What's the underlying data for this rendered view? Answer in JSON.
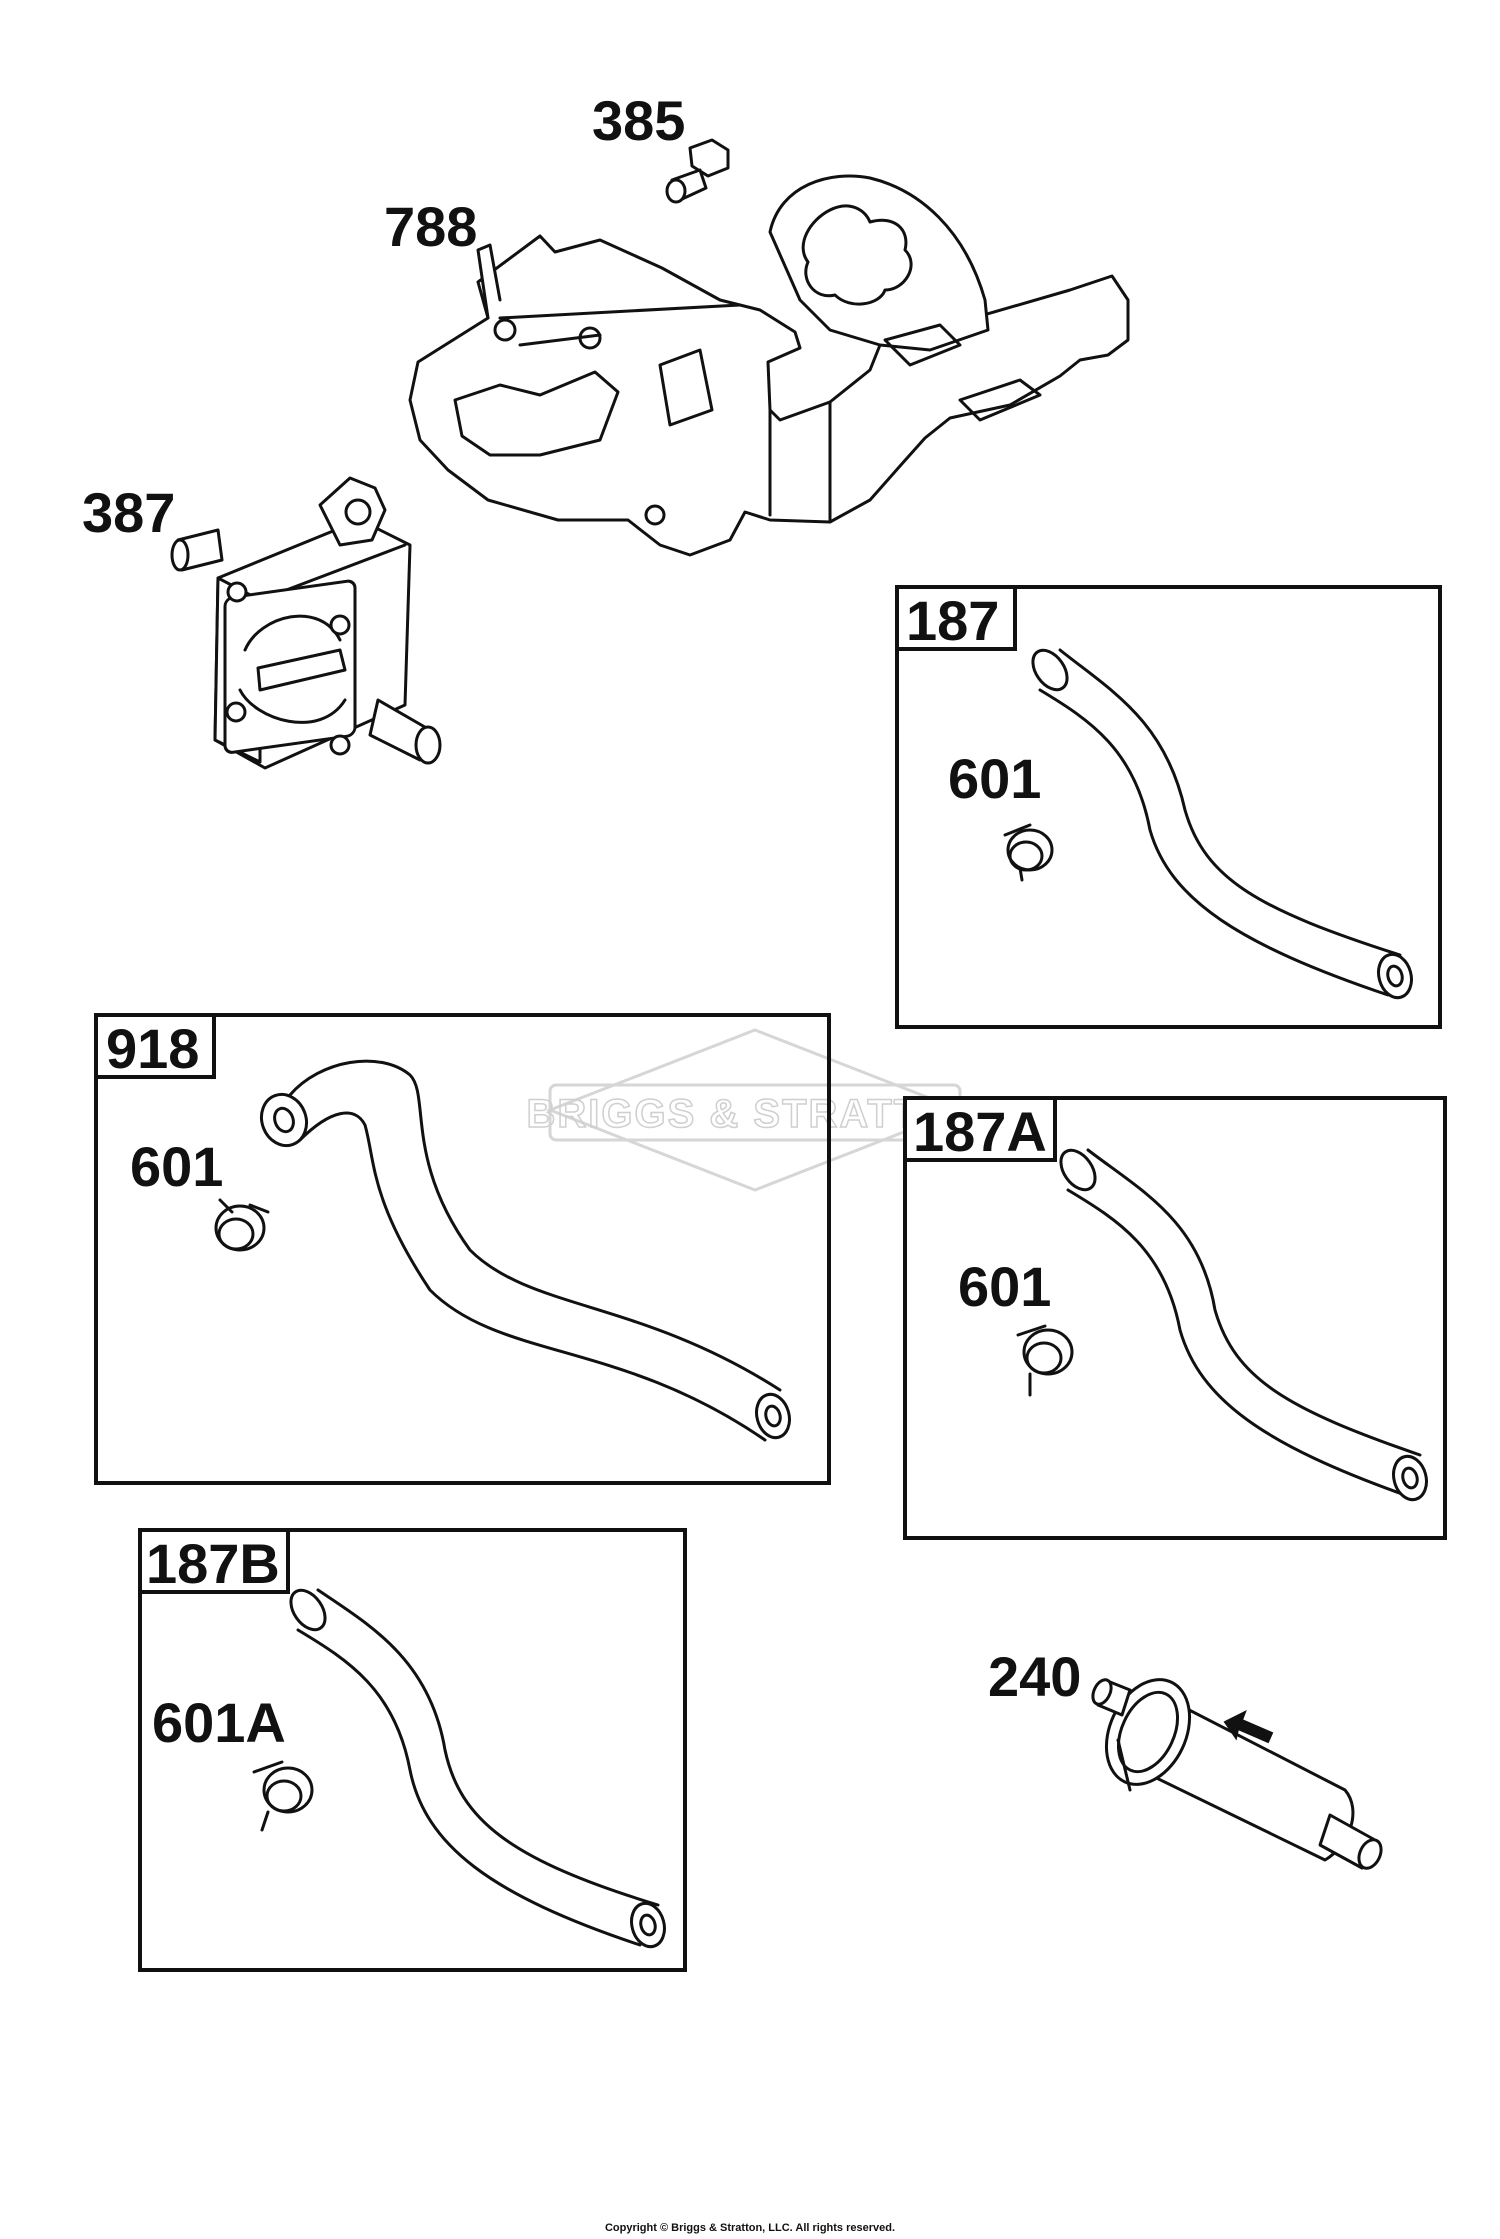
{
  "diagram": {
    "part_labels": {
      "p385": "385",
      "p788": "788",
      "p387": "387",
      "p187_clamp": "601",
      "p918_clamp": "601",
      "p187A_clamp": "601",
      "p187B_clamp": "601A",
      "p240": "240"
    },
    "group_labels": {
      "g187": "187",
      "g918": "918",
      "g187A": "187A",
      "g187B": "187B"
    },
    "watermark": {
      "text": "BRIGGS & STRATTON"
    }
  },
  "footer": {
    "copyright": "Copyright © Briggs & Stratton, LLC. All rights reserved."
  }
}
